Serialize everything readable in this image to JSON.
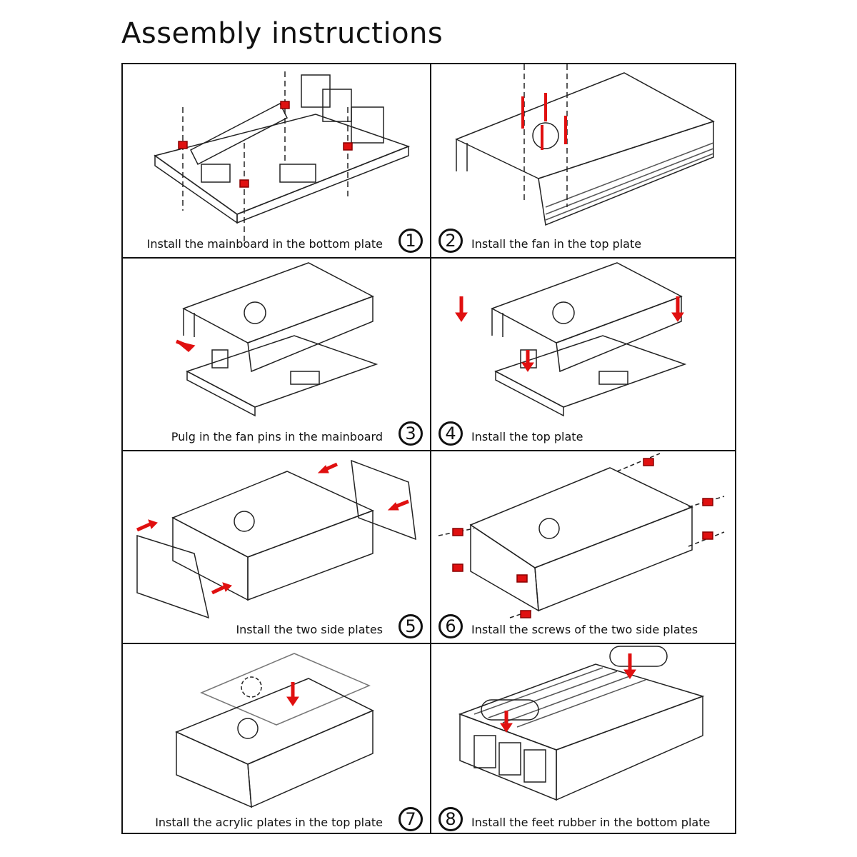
{
  "title": "Assembly instructions",
  "accent_color": "#e01010",
  "steps": [
    {
      "number": "1",
      "caption": "Install the mainboard in the bottom plate"
    },
    {
      "number": "2",
      "caption": "Install the fan in the top plate"
    },
    {
      "number": "3",
      "caption": "Pulg in the fan pins in the mainboard"
    },
    {
      "number": "4",
      "caption": "Install the top plate"
    },
    {
      "number": "5",
      "caption": "Install the two side plates"
    },
    {
      "number": "6",
      "caption": "Install the screws of the two side plates"
    },
    {
      "number": "7",
      "caption": "Install the acrylic plates in the top plate"
    },
    {
      "number": "8",
      "caption": "Install the feet rubber in the bottom plate"
    }
  ]
}
